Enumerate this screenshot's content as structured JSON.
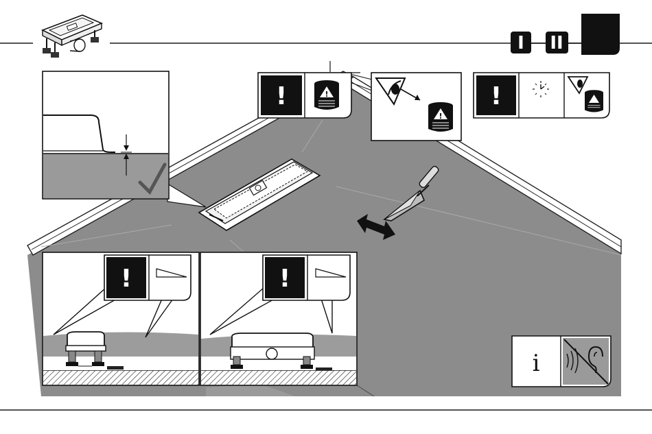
{
  "steps": {
    "step_1": "I",
    "step_2": "II"
  },
  "signs": {
    "warning_mark": "!",
    "info_mark": "i"
  },
  "colors": {
    "floor": "#8a8a8a",
    "screed": "#9c9c9c",
    "ink": "#111111",
    "line": "#1a1a1a",
    "paper": "#ffffff"
  },
  "icons": [
    "product-drain-icon",
    "warning-icon",
    "bucket-warning-icon",
    "eye-icon",
    "clock-icon",
    "trowel-icon",
    "double-arrow-icon",
    "checkmark-icon",
    "slope-triangle-icon",
    "info-icon",
    "no-noise-ear-icon"
  ]
}
